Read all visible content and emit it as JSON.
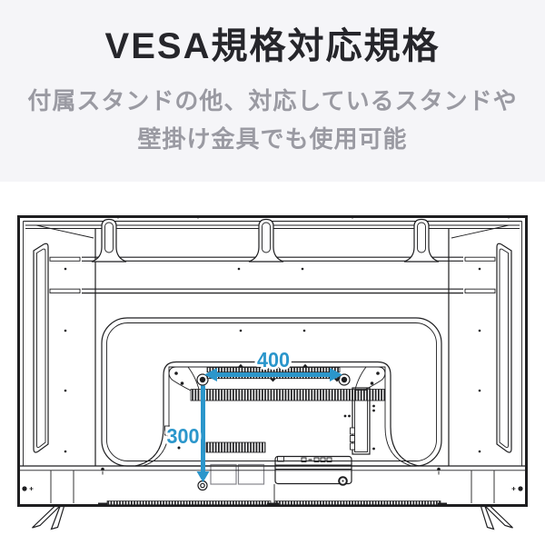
{
  "page": {
    "header_background": "#f5f5f8",
    "body_background": "#ffffff",
    "title_color": "#26262b",
    "subtitle_color": "#9a9aa2",
    "drawing_line_color": "#1e1e20",
    "accent_color": "#2b96cb"
  },
  "header": {
    "title": "VESA規格対応規格",
    "subtitle_line1": "付属スタンドの他、対応しているスタンドや",
    "subtitle_line2": "壁掛け金具でも使用可能"
  },
  "diagram": {
    "subject": "tv-back-panel-vesa-mount-technical-drawing",
    "width_label": "400",
    "height_label": "300"
  }
}
